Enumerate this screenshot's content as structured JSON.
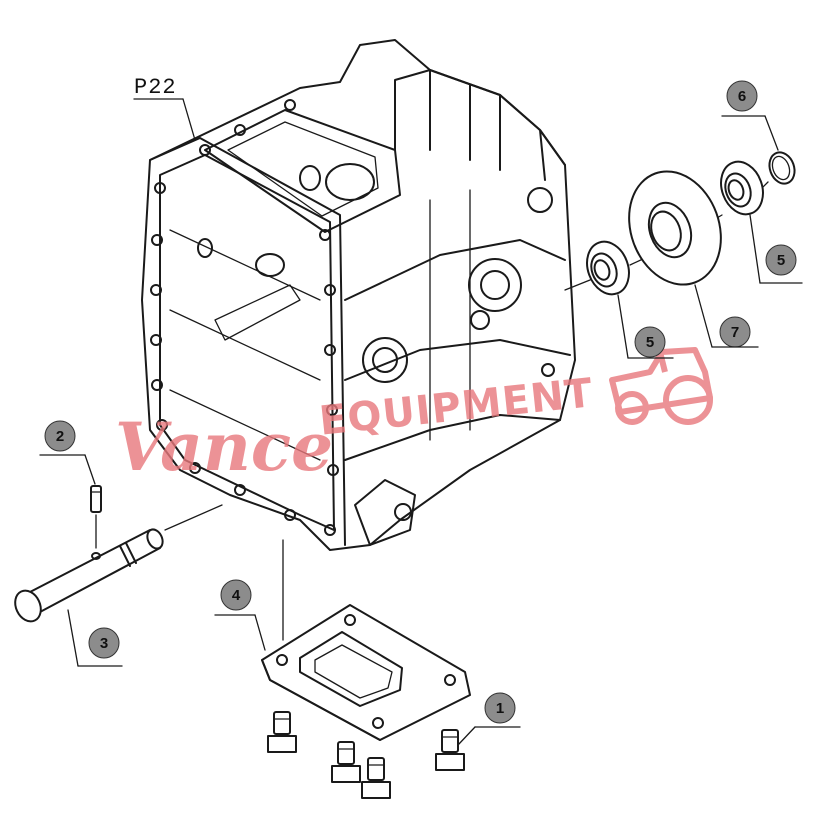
{
  "diagram": {
    "reference_code": "P22",
    "watermark": {
      "script_text": "Vance",
      "block_text": "EQUIPMENT",
      "color": "#e8787c"
    },
    "callout_color": "#8c8c8c",
    "callouts": [
      {
        "id": "c1",
        "number": "1"
      },
      {
        "id": "c2",
        "number": "2"
      },
      {
        "id": "c3",
        "number": "3"
      },
      {
        "id": "c4",
        "number": "4"
      },
      {
        "id": "c5a",
        "number": "5"
      },
      {
        "id": "c5b",
        "number": "5"
      },
      {
        "id": "c6",
        "number": "6"
      },
      {
        "id": "c7",
        "number": "7"
      }
    ]
  }
}
